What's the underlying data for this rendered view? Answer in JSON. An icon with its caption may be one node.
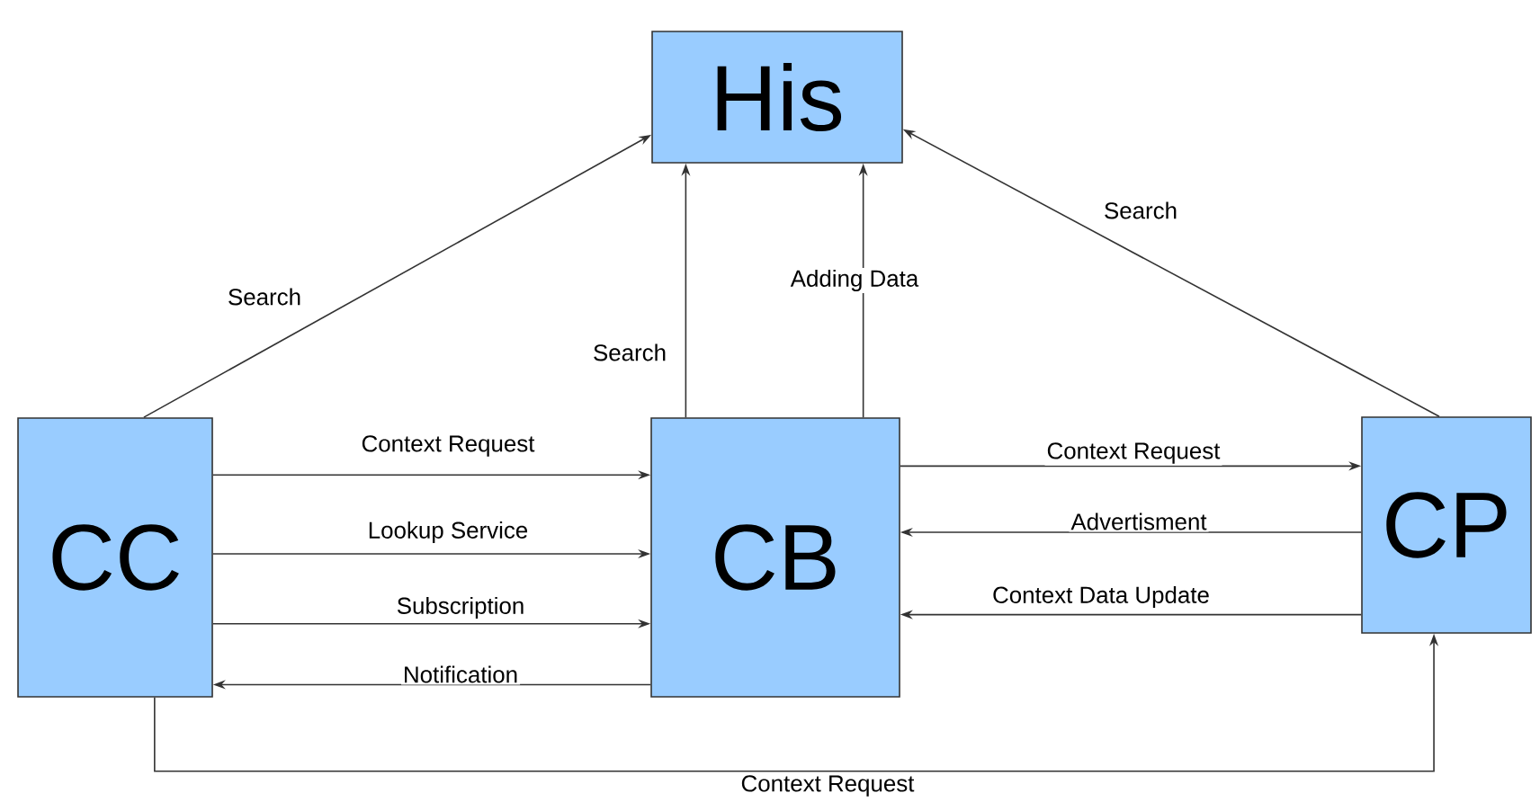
{
  "diagram": {
    "nodes": [
      {
        "text": [
          "His"
        ]
      },
      {
        "text": [
          "CC"
        ]
      },
      {
        "text": [
          "CB"
        ]
      },
      {
        "text": [
          "CP"
        ]
      }
    ],
    "edges": [
      {
        "from": 1,
        "to": 0,
        "arrow": "to",
        "label": "Search"
      },
      {
        "from": 2,
        "to": 0,
        "arrow": "to",
        "label": "Search"
      },
      {
        "from": 2,
        "to": 0,
        "arrow": "to",
        "label": "Adding Data"
      },
      {
        "from": 3,
        "to": 0,
        "arrow": "to",
        "label": "Search"
      },
      {
        "from": 1,
        "to": 2,
        "arrow": "to",
        "label": "Context Request"
      },
      {
        "from": 1,
        "to": 2,
        "arrow": "to",
        "label": "Lookup Service"
      },
      {
        "from": 1,
        "to": 2,
        "arrow": "to",
        "label": "Subscription"
      },
      {
        "from": 2,
        "to": 1,
        "arrow": "to",
        "label": "Notification"
      },
      {
        "from": 2,
        "to": 3,
        "arrow": "to",
        "label": "Context Request"
      },
      {
        "from": 3,
        "to": 2,
        "arrow": "to",
        "label": "Advertisment"
      },
      {
        "from": 3,
        "to": 2,
        "arrow": "to",
        "label": "Context Data Update"
      },
      {
        "from": 1,
        "to": 3,
        "arrow": "to",
        "label": "Context Request"
      }
    ]
  }
}
